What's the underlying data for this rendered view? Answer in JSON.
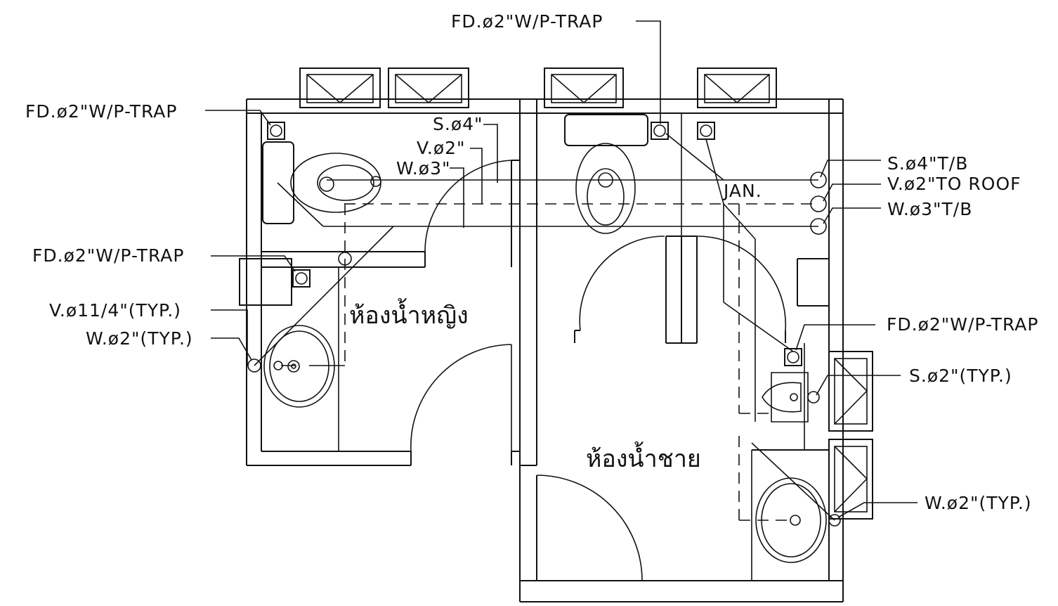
{
  "drawing": {
    "rooms": {
      "women": "ห้องน้ำหญิง",
      "men": "ห้องน้ำชาย",
      "janitor": "JAN."
    },
    "labels": {
      "fd_top": "FD.ø2\"W/P-TRAP",
      "fd_upper_left": "FD.ø2\"W/P-TRAP",
      "s_4": "S.ø4\"",
      "v_2": "V.ø2\"",
      "w_3": "W.ø3\"",
      "fd_mid_left": "FD.ø2\"W/P-TRAP",
      "v_114": "V.ø11/4\"(TYP.)",
      "w_2_left": "W.ø2\"(TYP.)",
      "s_4_tb": "S.ø4\"T/B",
      "v_2_roof": "V.ø2\"TO  ROOF",
      "w_3_tb": "W.ø3\"T/B",
      "fd_right": "FD.ø2\"W/P-TRAP",
      "s_2_typ": "S.ø2\"(TYP.)",
      "w_2_right": "W.ø2\"(TYP.)"
    }
  }
}
